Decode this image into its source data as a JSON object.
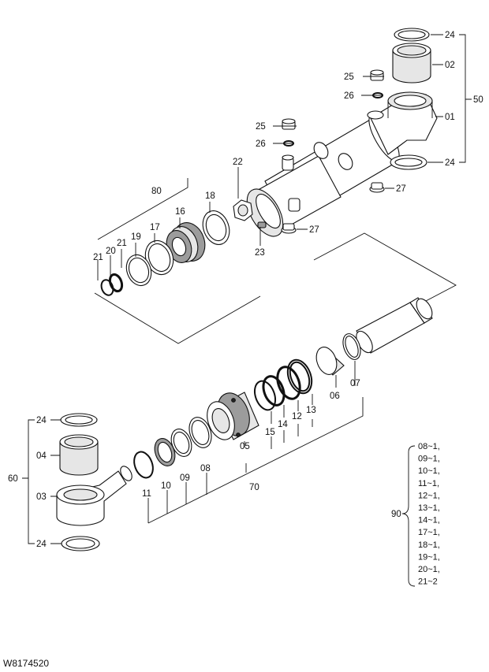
{
  "drawing_id": "W8174520",
  "assembly_labels": {
    "a50": "50",
    "a60": "60",
    "a70": "70",
    "a80": "80",
    "a90": "90"
  },
  "callouts": {
    "top_24": "24",
    "top_02": "02",
    "top_01": "01",
    "top_24b": "24",
    "top_25": "25",
    "top_26": "26",
    "mid_25": "25",
    "mid_26": "26",
    "top_27": "27",
    "mid_27": "27",
    "p22": "22",
    "p23": "23",
    "p18": "18",
    "p16": "16",
    "p17": "17",
    "p19": "19",
    "p21a": "21",
    "p20": "20",
    "p21b": "21",
    "bot_24": "24",
    "bot_04": "04",
    "bot_03": "03",
    "bot_24b": "24",
    "p11": "11",
    "p10": "10",
    "p09": "09",
    "p08": "08",
    "p05": "05",
    "p15": "15",
    "p14": "14",
    "p12": "12",
    "p13": "13",
    "p06": "06",
    "p07": "07"
  },
  "seal_kit_items": [
    "08~1,",
    "09~1,",
    "10~1,",
    "11~1,",
    "12~1,",
    "13~1,",
    "14~1,",
    "17~1,",
    "18~1,",
    "19~1,",
    "20~1,",
    "21~2"
  ]
}
